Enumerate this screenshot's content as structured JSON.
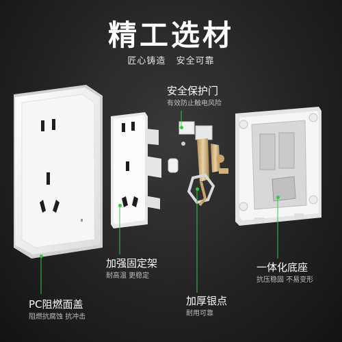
{
  "title": "精工选材",
  "subtitle": [
    "匠心铸造",
    "安全可靠"
  ],
  "callouts": {
    "safety_door": {
      "main": "安全保护门",
      "sub": "有效防止触电风险"
    },
    "bracket": {
      "main": "加强固定架",
      "sub": "耐高温 更稳定"
    },
    "base": {
      "main": "一体化底座",
      "sub": "抗压稳固 不易变形"
    },
    "contacts": {
      "main": "加厚银点",
      "sub": "耐用可靠"
    },
    "cover": {
      "main": "PC阻燃面盖",
      "sub": "阻燃抗腐蚀 抗冲击"
    }
  },
  "colors": {
    "background": "#232323",
    "accent_line": "#2ecc40",
    "plastic": "#f4f4f4",
    "brass": "#d6b98a"
  }
}
